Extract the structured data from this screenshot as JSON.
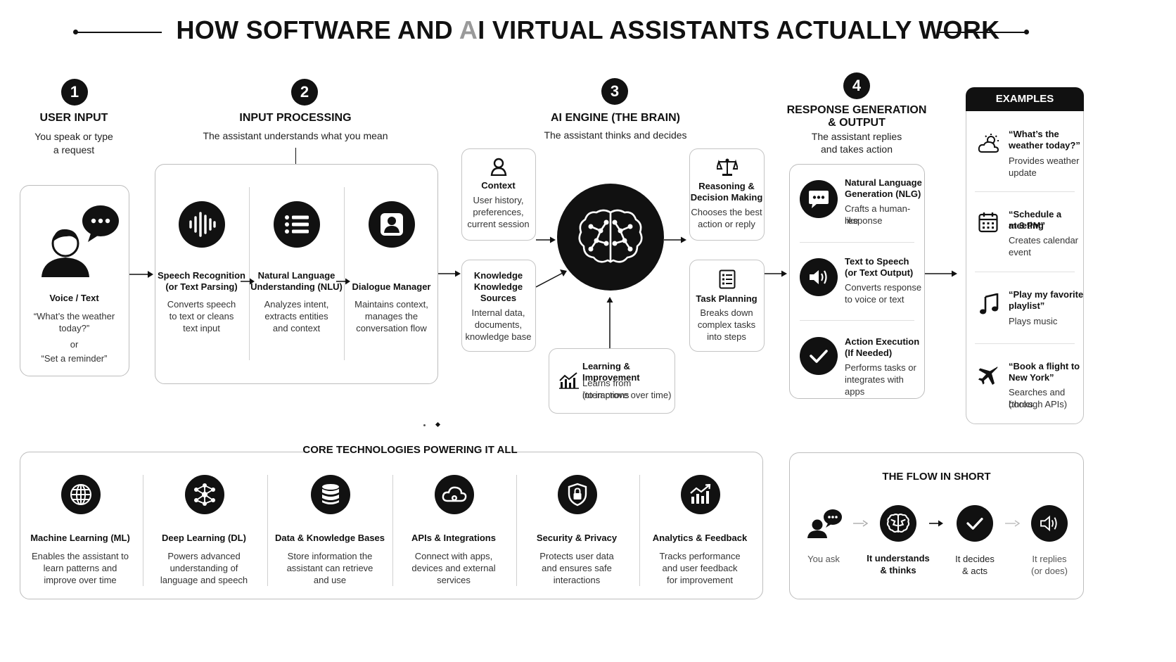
{
  "title": {
    "prefix": "HOW SOFTWARE AND ",
    "a_letter": "A",
    "suffix": "I VIRTUAL ASSISTANTS ACTUALLY WORK"
  },
  "steps": [
    {
      "number": "1",
      "title": "USER INPUT",
      "subtitle_line1": "You speak or type",
      "subtitle_line2": "a request"
    },
    {
      "number": "2",
      "title": "INPUT PROCESSING",
      "subtitle": "The assistant understands what you mean"
    },
    {
      "number": "3",
      "title": "AI ENGINE (THE BRAIN)",
      "subtitle": "The assistant thinks and decides"
    },
    {
      "number": "4",
      "title_line1": "RESPONSE GENERATION",
      "title_line2": "& OUTPUT",
      "subtitle_line1": "The assistant replies",
      "subtitle_line2": "and takes action"
    }
  ],
  "user_input": {
    "label": "Voice / Text",
    "example1_line1": "“What’s the weather",
    "example1_line2": "today?”",
    "or": "or",
    "example2": "“Set a reminder”"
  },
  "processing": [
    {
      "title_line1": "Speech Recognition",
      "title_line2": "(or Text Parsing)",
      "desc_line1": "Converts speech",
      "desc_line2": "to text or cleans",
      "desc_line3": "text input",
      "icon": "waveform-icon"
    },
    {
      "title_line1": "Natural Language",
      "title_line2": "Understanding (NLU)",
      "desc_line1": "Analyzes intent,",
      "desc_line2": "extracts entities",
      "desc_line3": "and context",
      "icon": "list-icon"
    },
    {
      "title_line1": "Dialogue Manager",
      "desc_line1": "Maintains context,",
      "desc_line2": "manages the",
      "desc_line3": "conversation flow",
      "icon": "user-icon"
    }
  ],
  "engine_inputs": {
    "context": {
      "title": "Context",
      "desc_line1": "User history,",
      "desc_line2": "preferences,",
      "desc_line3": "current session"
    },
    "knowledge": {
      "title_line1": "Knowledge",
      "title_line2": "Knowledge",
      "title_line3": "Sources",
      "desc_line1": "Internal data,",
      "desc_line2": "documents,",
      "desc_line3": "knowledge base"
    },
    "learning": {
      "title": "Learning & Improvement",
      "desc_line1": "Learns from interactions",
      "desc_line2": "(to improve over time)"
    }
  },
  "engine_outputs": {
    "reasoning": {
      "title_line1": "Reasoning &",
      "title_line2": "Decision Making",
      "desc_line1": "Chooses the best",
      "desc_line2": "action or reply"
    },
    "planning": {
      "title": "Task Planning",
      "desc_line1": "Breaks down",
      "desc_line2": "complex tasks",
      "desc_line3": "into steps"
    }
  },
  "response": [
    {
      "title_line1": "Natural Language",
      "title_line2": "Generation (NLG)",
      "desc_line1": "Crafts a human-like",
      "desc_line2": "response",
      "icon": "chat-bubble-icon"
    },
    {
      "title_line1": "Text to Speech",
      "title_line2": "(or Text Output)",
      "desc_line1": "Converts response",
      "desc_line2": "to voice or text",
      "icon": "speaker-icon"
    },
    {
      "title_line1": "Action Execution",
      "title_line2": "(If Needed)",
      "desc_line1": "Performs tasks or",
      "desc_line2": "integrates with apps",
      "icon": "checkmark-icon"
    }
  ],
  "examples": {
    "header": "EXAMPLES",
    "items": [
      {
        "q_line1": "“What’s the",
        "q_line2": "weather today?”",
        "a_line1": "Provides weather",
        "a_line2": "update",
        "icon": "weather-icon"
      },
      {
        "q_line1": "“Schedule a meeting",
        "q_line2": "at 3 PM”",
        "a_line1": "Creates calendar",
        "a_line2": "event",
        "icon": "calendar-icon"
      },
      {
        "q_line1": "“Play my favorite",
        "q_line2": "playlist”",
        "a_line1": "Plays music",
        "a_line2": "",
        "icon": "music-note-icon"
      },
      {
        "q_line1": "“Book a flight to",
        "q_line2": "New York”",
        "a_line1": "Searches and books",
        "a_line2": "(through APIs)",
        "icon": "airplane-icon"
      }
    ]
  },
  "core": {
    "title": "CORE TECHNOLOGIES POWERING IT ALL",
    "items": [
      {
        "title": "Machine Learning (ML)",
        "desc_line1": "Enables the assistant to",
        "desc_line2": "learn patterns and",
        "desc_line3": "improve over time",
        "icon": "globe-icon"
      },
      {
        "title": "Deep Learning (DL)",
        "desc_line1": "Powers advanced",
        "desc_line2": "understanding of",
        "desc_line3": "language and speech",
        "icon": "network-icon"
      },
      {
        "title": "Data & Knowledge Bases",
        "desc_line1": "Store information the",
        "desc_line2": "assistant can retrieve",
        "desc_line3": "and use",
        "icon": "database-icon"
      },
      {
        "title": "APIs & Integrations",
        "desc_line1": "Connect with apps,",
        "desc_line2": "devices and external",
        "desc_line3": "services",
        "icon": "cloud-icon"
      },
      {
        "title": "Security & Privacy",
        "desc_line1": "Protects user data",
        "desc_line2": "and ensures safe",
        "desc_line3": "interactions",
        "icon": "shield-lock-icon"
      },
      {
        "title": "Analytics & Feedback",
        "desc_line1": "Tracks performance",
        "desc_line2": "and user feedback",
        "desc_line3": "for improvement",
        "icon": "bar-chart-icon"
      }
    ]
  },
  "flow": {
    "title": "THE FLOW IN SHORT",
    "steps": [
      {
        "line1": "You ask",
        "line2": ""
      },
      {
        "line1": "It understands",
        "line2": "& thinks"
      },
      {
        "line1": "It decides",
        "line2": "& acts"
      },
      {
        "line1": "It replies",
        "line2": "(or does)"
      }
    ]
  }
}
